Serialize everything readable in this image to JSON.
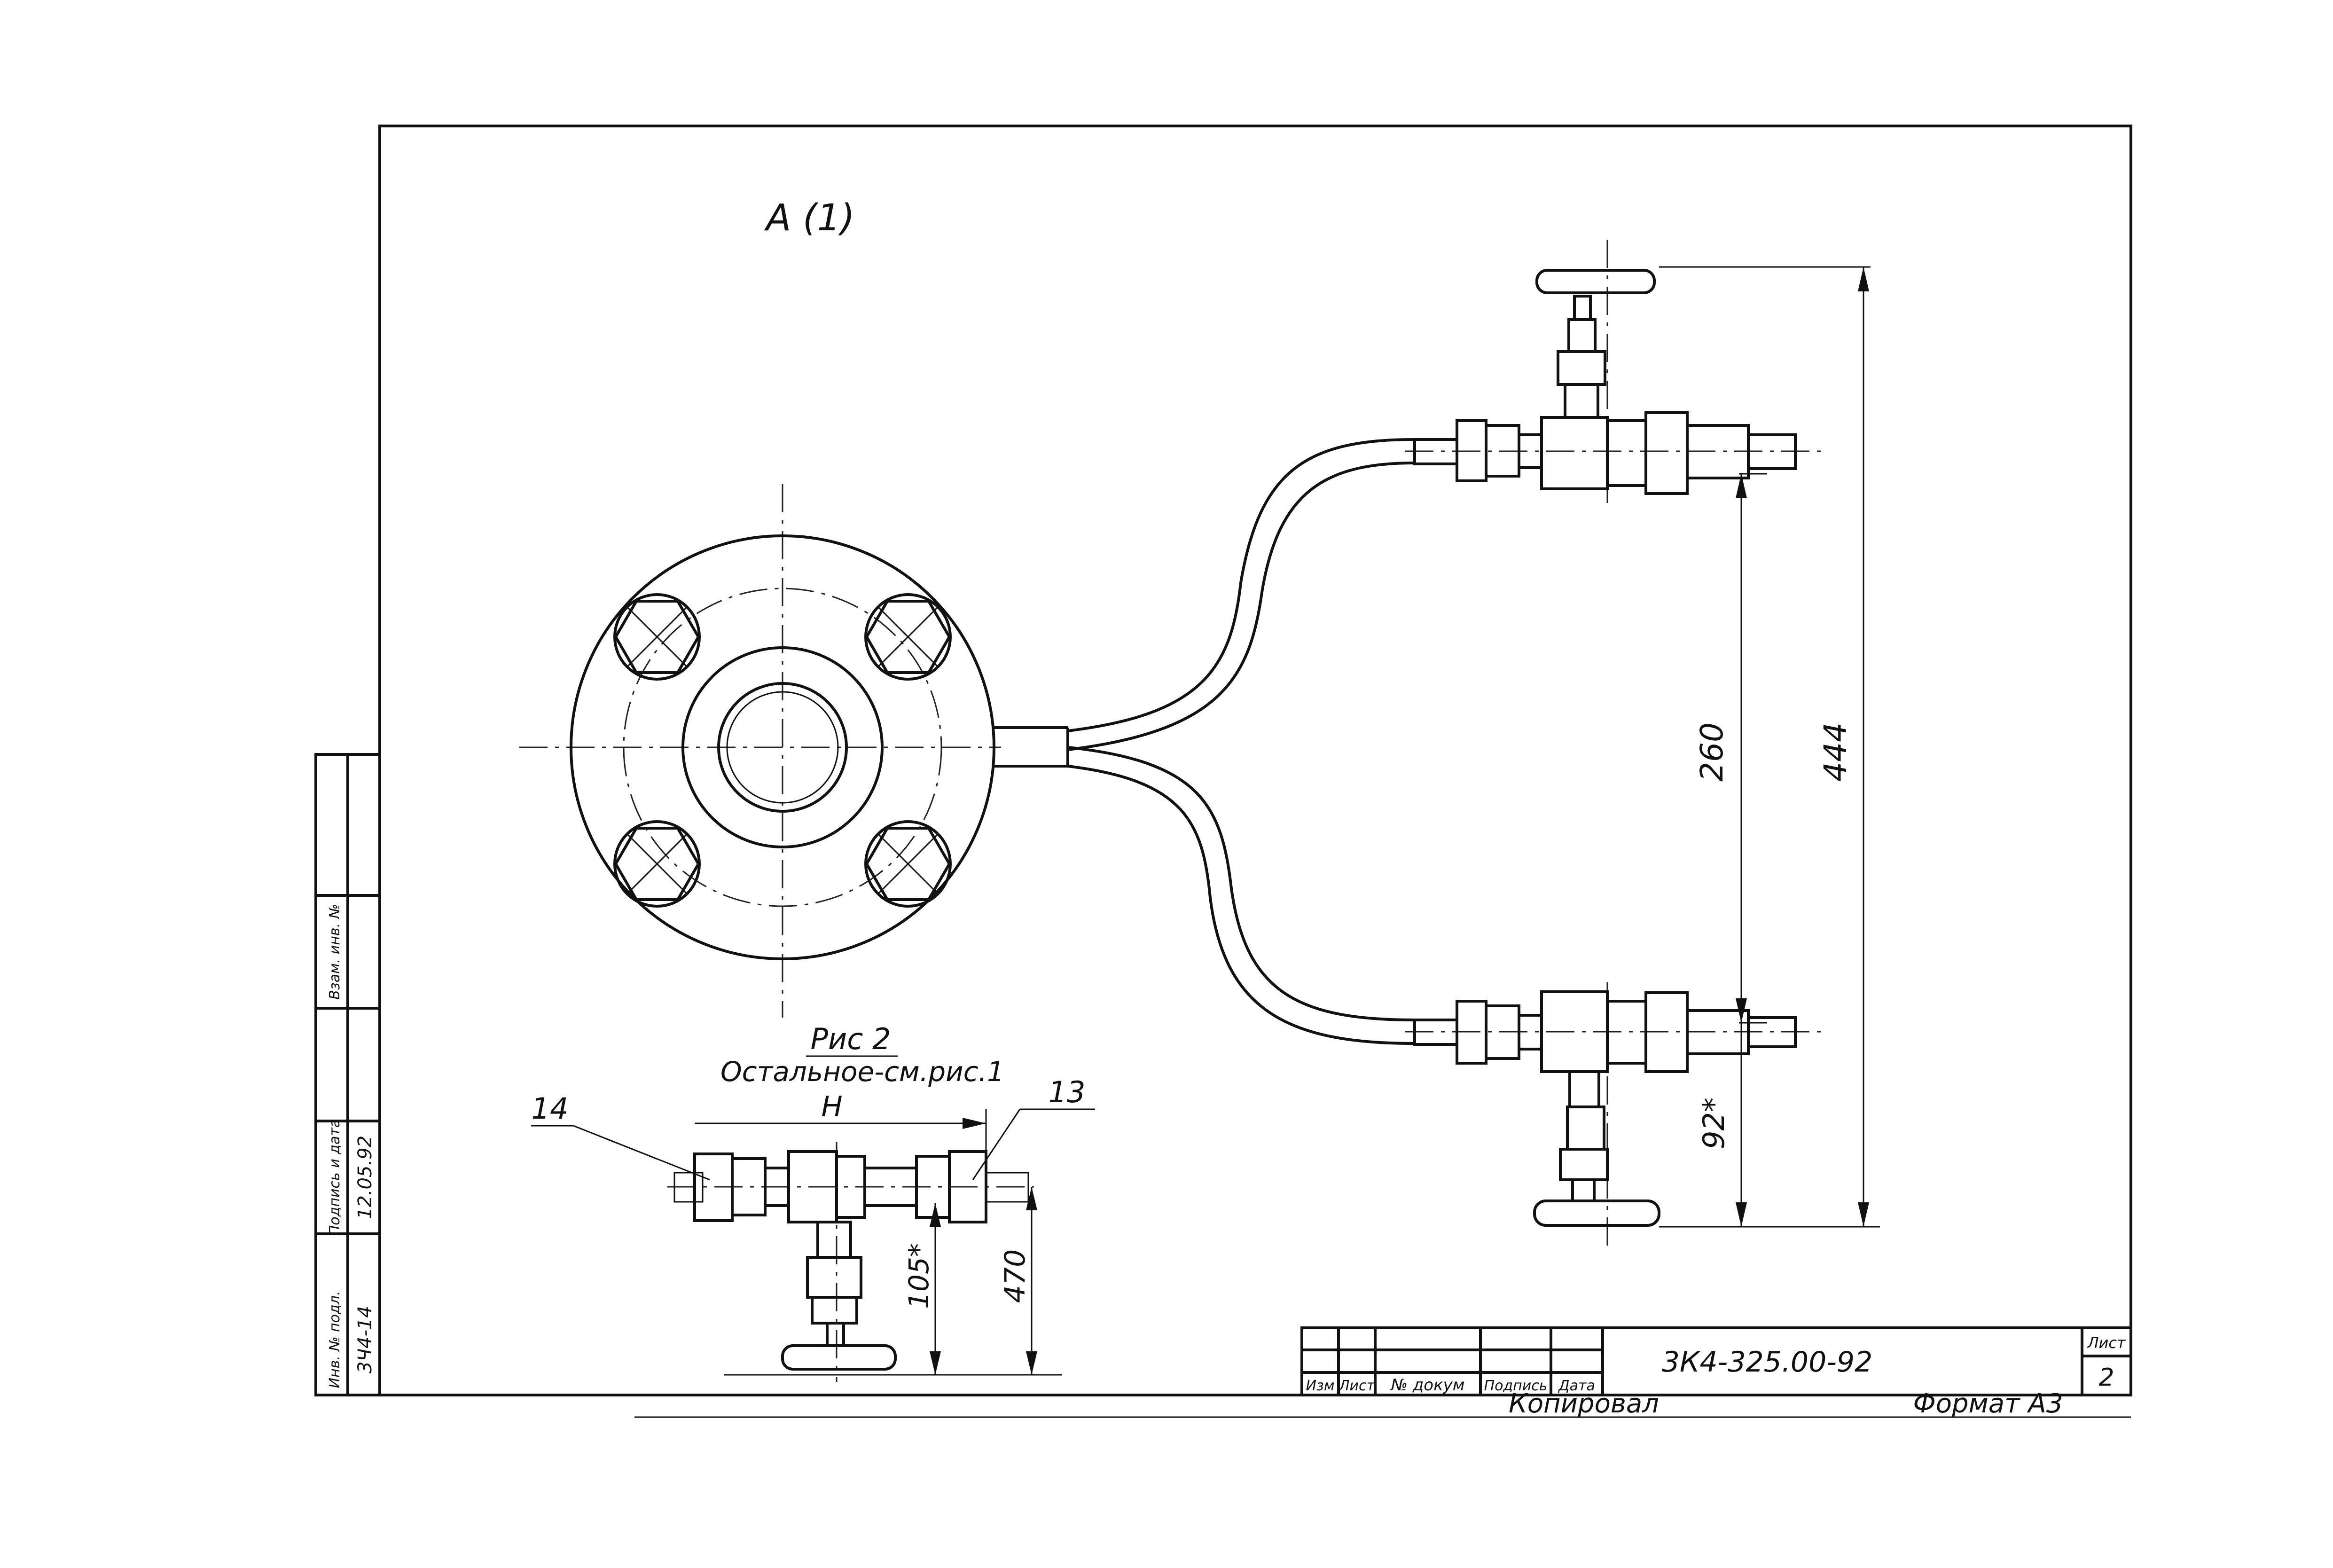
{
  "view_label": "А (1)",
  "figure": {
    "title": "Рис 2",
    "subtitle": "Остальное-см.рис.1",
    "dim_h": "Н",
    "dim_105": "105*",
    "dim_470": "470",
    "callout_14": "14",
    "callout_13": "13"
  },
  "dimensions": {
    "d260": "260",
    "d444": "444",
    "d92": "92*"
  },
  "title_block": {
    "headers": [
      "Изм",
      "Лист",
      "№ докум",
      "Подпись",
      "Дата"
    ],
    "designation": "3К4-325.00-92",
    "sheet_label": "Лист",
    "sheet_number": "2"
  },
  "footer": {
    "copied": "Копировал",
    "format": "Формат А3"
  },
  "side_stamp": {
    "fields": [
      "Инв. № подл.",
      "Подпись и дата",
      "Взам. инв. №"
    ],
    "values": [
      "3Ч4-14",
      "12.05.92"
    ]
  }
}
